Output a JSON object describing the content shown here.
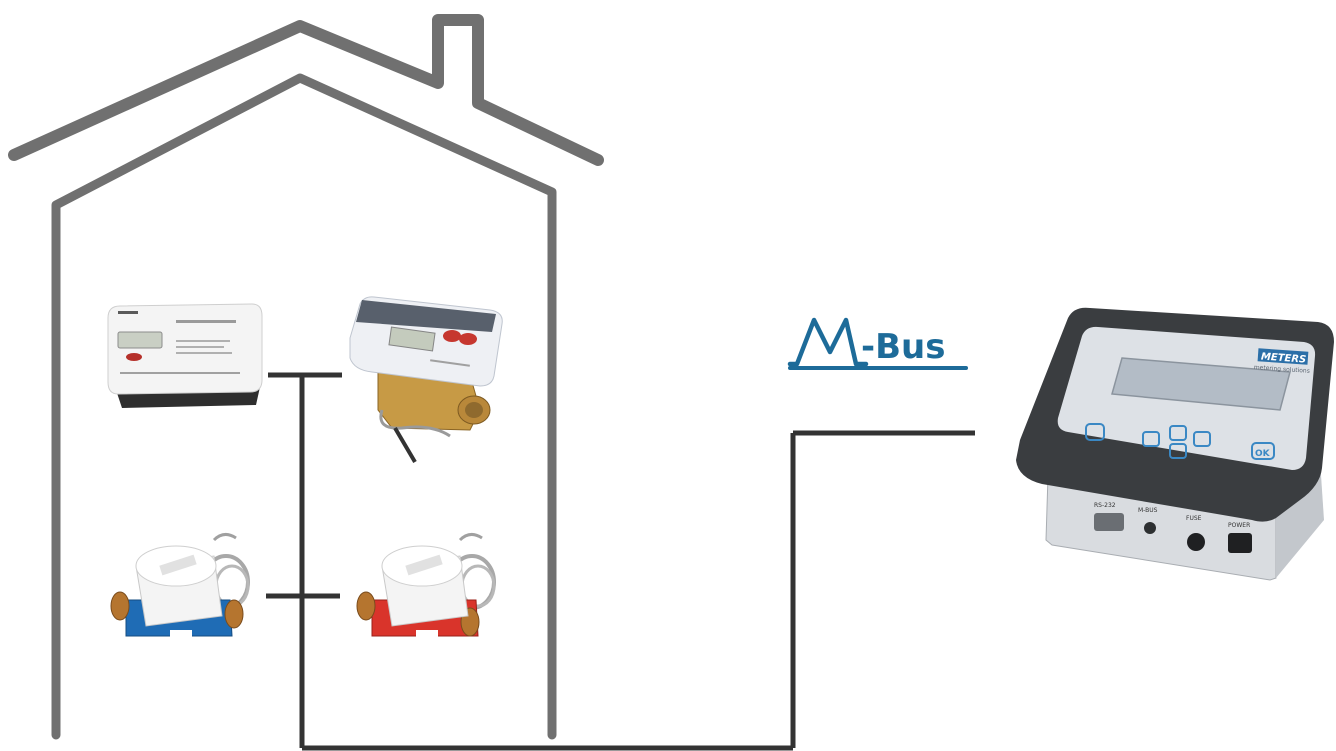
{
  "diagram": {
    "protocol_logo": {
      "letter": "M",
      "text": "-Bus",
      "color": "#1d6b99"
    },
    "gateway": {
      "brand": "METERS",
      "brand_sub": "metering solutions",
      "ports": [
        "RS-232",
        "M-BUS",
        "FUSE",
        "POWER"
      ],
      "buttons": [
        "back",
        "left",
        "up",
        "down",
        "right",
        "ok"
      ],
      "ok_label": "OK"
    },
    "meters": [
      {
        "kind": "heat-meter-compact",
        "color": "#f2f2f2"
      },
      {
        "kind": "heat-meter-ultrasonic",
        "color": "#c79a45"
      },
      {
        "kind": "water-meter-cold",
        "color": "#1f6cb5"
      },
      {
        "kind": "water-meter-hot",
        "color": "#d9342b"
      }
    ],
    "colors": {
      "house_outline": "#707070",
      "bus_lines": "#333333",
      "gateway_body": "#d9dce0",
      "gateway_frame": "#3a3d40",
      "gateway_display": "#b3bcc6",
      "gateway_keys": "#3a88c4"
    }
  }
}
